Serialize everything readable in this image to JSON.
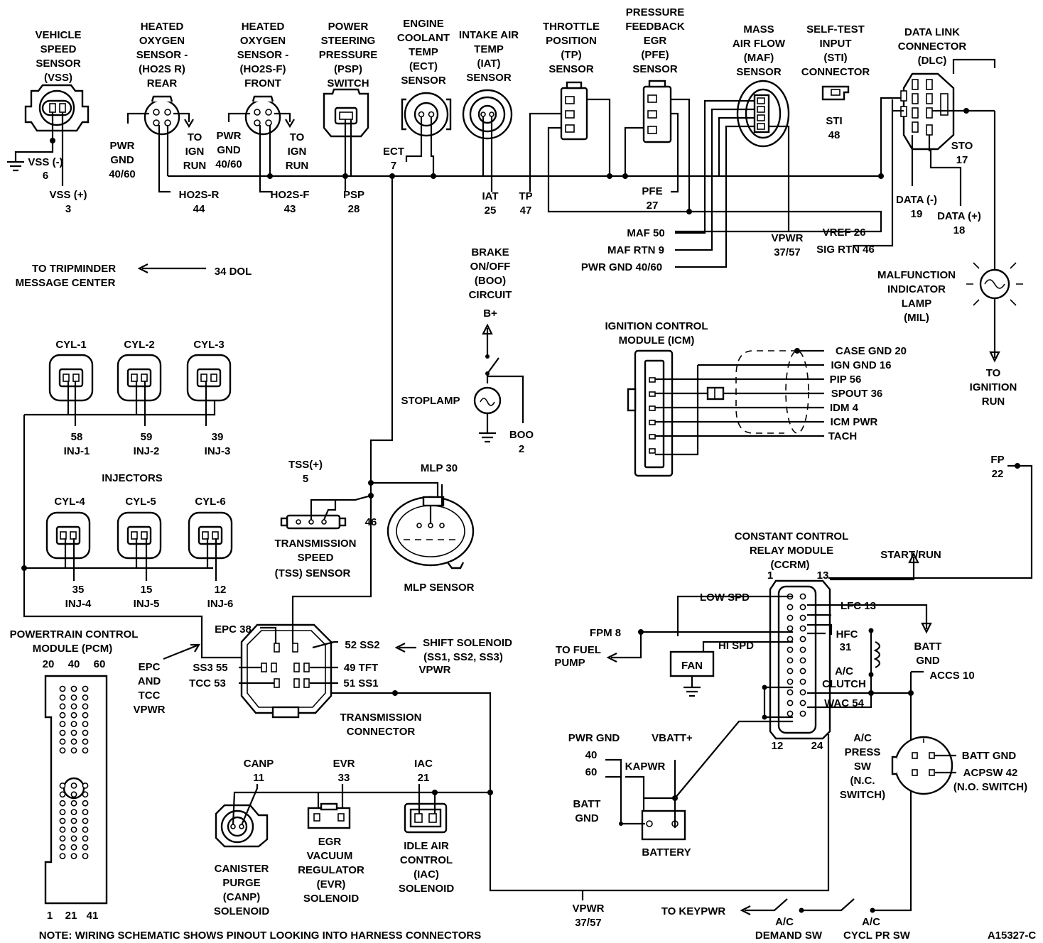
{
  "sensors": {
    "vss": {
      "name": [
        "VEHICLE",
        "SPEED",
        "SENSOR",
        "(VSS)"
      ],
      "neg_pin": "VSS (-)",
      "neg_num": "6",
      "pos_pin": "VSS (+)",
      "pos_num": "3"
    },
    "ho2s_r": {
      "name": [
        "HEATED",
        "OXYGEN",
        "SENSOR -",
        "(HO2S R)",
        "REAR"
      ],
      "pwr_gnd": [
        "PWR",
        "GND",
        "40/60"
      ],
      "to_ign_run": [
        "TO",
        "IGN",
        "RUN"
      ],
      "pin": "HO2S-R",
      "num": "44"
    },
    "ho2s_f": {
      "name": [
        "HEATED",
        "OXYGEN",
        "SENSOR -",
        "(HO2S-F)",
        "FRONT"
      ],
      "pwr_gnd": [
        "PWR",
        "GND",
        "40/60"
      ],
      "to_ign_run": [
        "TO",
        "IGN",
        "RUN"
      ],
      "pin": "HO2S-F",
      "num": "43"
    },
    "psp": {
      "name": [
        "POWER",
        "STEERING",
        "PRESSURE",
        "(PSP)",
        "SWITCH"
      ],
      "pin": "PSP",
      "num": "28"
    },
    "ect": {
      "name": [
        "ENGINE",
        "COOLANT",
        "TEMP",
        "(ECT)",
        "SENSOR"
      ],
      "pin": "ECT",
      "num": "7"
    },
    "iat": {
      "name": [
        "INTAKE AIR",
        "TEMP",
        "(IAT)",
        "SENSOR"
      ],
      "pin": "IAT",
      "num": "25"
    },
    "tp": {
      "name": [
        "THROTTLE",
        "POSITION",
        "(TP)",
        "SENSOR"
      ],
      "pin": "TP",
      "num": "47"
    },
    "pfe": {
      "name": [
        "PRESSURE",
        "FEEDBACK",
        "EGR",
        "(PFE)",
        "SENSOR"
      ],
      "pin": "PFE",
      "num": "27"
    },
    "maf": {
      "name": [
        "MASS",
        "AIR FLOW",
        "(MAF)",
        "SENSOR"
      ],
      "lines": [
        "MAF 50",
        "MAF RTN 9",
        "PWR GND 40/60"
      ],
      "vpwr": [
        "VPWR",
        "37/57"
      ]
    },
    "sti": {
      "name": [
        "SELF-TEST",
        "INPUT",
        "(STI)",
        "CONNECTOR"
      ],
      "pin": "STI",
      "num": "48"
    },
    "dlc": {
      "name": [
        "DATA LINK",
        "CONNECTOR",
        "(DLC)"
      ],
      "sto": "STO",
      "sto_num": "17",
      "data_neg": "DATA (-)",
      "data_neg_num": "19",
      "data_pos": "DATA (+)",
      "data_pos_num": "18",
      "vref": "VREF 26",
      "sig_rtn": "SIG RTN 46"
    }
  },
  "tripminder": {
    "label": [
      "TO TRIPMINDER",
      "MESSAGE CENTER"
    ],
    "pin": "34 DOL"
  },
  "mil": {
    "name": [
      "MALFUNCTION",
      "INDICATOR",
      "LAMP",
      "(MIL)"
    ],
    "to": [
      "TO",
      "IGNITION",
      "RUN"
    ]
  },
  "fp": {
    "pin": "FP",
    "num": "22"
  },
  "boo": {
    "name": [
      "BRAKE",
      "ON/OFF",
      "(BOO)",
      "CIRCUIT"
    ],
    "bplus": "B+",
    "stoplamp": "STOPLAMP",
    "pin": "BOO",
    "num": "2"
  },
  "icm": {
    "name": [
      "IGNITION CONTROL",
      "MODULE (ICM)"
    ],
    "lines": [
      "CASE GND 20",
      "IGN GND 16",
      "PIP 56",
      "SPOUT 36",
      "IDM 4",
      "ICM PWR",
      "TACH"
    ]
  },
  "injectors": {
    "title": "INJECTORS",
    "cyl": [
      "CYL-1",
      "CYL-2",
      "CYL-3",
      "CYL-4",
      "CYL-5",
      "CYL-6"
    ],
    "pin_nums": [
      "58",
      "59",
      "39",
      "35",
      "15",
      "12"
    ],
    "pin_names": [
      "INJ-1",
      "INJ-2",
      "INJ-3",
      "INJ-4",
      "INJ-5",
      "INJ-6"
    ]
  },
  "tss": {
    "pin": "TSS(+)",
    "pin_num": "5",
    "wire": "46",
    "name": [
      "TRANSMISSION",
      "SPEED",
      "(TSS) SENSOR"
    ]
  },
  "mlp": {
    "pin": "MLP 30",
    "name": "MLP SENSOR"
  },
  "pcm": {
    "name": [
      "POWERTRAIN CONTROL",
      "MODULE (PCM)"
    ],
    "top_pins": [
      "20",
      "40",
      "60"
    ],
    "bottom_pins": [
      "1",
      "21",
      "41"
    ]
  },
  "trans_conn": {
    "name": [
      "TRANSMISSION",
      "CONNECTOR"
    ],
    "pins": [
      "EPC 38",
      "SS3 55",
      "TCC 53",
      "52 SS2",
      "49 TFT",
      "51 SS1"
    ],
    "epc_label": [
      "EPC",
      "AND",
      "TCC",
      "VPWR"
    ],
    "shift_label": [
      "SHIFT SOLENOID",
      "(SS1, SS2, SS3)",
      "VPWR"
    ]
  },
  "canp": {
    "pin": "CANP",
    "num": "11",
    "name": [
      "CANISTER",
      "PURGE",
      "(CANP)",
      "SOLENOID"
    ]
  },
  "evr": {
    "pin": "EVR",
    "num": "33",
    "name": [
      "EGR",
      "VACUUM",
      "REGULATOR",
      "(EVR)",
      "SOLENOID"
    ]
  },
  "iac": {
    "pin": "IAC",
    "num": "21",
    "name": [
      "IDLE AIR",
      "CONTROL",
      "(IAC)",
      "SOLENOID"
    ]
  },
  "vpwr_bottom": [
    "VPWR",
    "37/57"
  ],
  "ccrm": {
    "name": [
      "CONSTANT CONTROL",
      "RELAY MODULE",
      "(CCRM)"
    ],
    "corner_pins": [
      "1",
      "13",
      "12",
      "24"
    ],
    "start_run": "START/RUN",
    "low_spd": "LOW SPD",
    "hi_spd": "HI SPD",
    "fan": "FAN",
    "fpm": "FPM 8",
    "fuel_pump": [
      "TO FUEL",
      "PUMP"
    ],
    "lfc": "LFC 13",
    "hfc": [
      "HFC",
      "31"
    ],
    "batt_gnd": [
      "BATT",
      "GND"
    ],
    "ac_clutch": [
      "A/C",
      "CLUTCH"
    ],
    "wac": "WAC 54",
    "accs": "ACCS 10"
  },
  "battery": {
    "name": "BATTERY",
    "pwr_gnd": "PWR GND",
    "pins": [
      "40",
      "60"
    ],
    "kapwr": "KAPWR",
    "vbatt": "VBATT+",
    "batt_gnd": [
      "BATT",
      "GND"
    ]
  },
  "ac_press": {
    "name": [
      "A/C",
      "PRESS",
      "SW",
      "(N.C.",
      "SWITCH)"
    ],
    "batt_gnd": "BATT GND",
    "acpsw": "ACPSW 42",
    "switch_type": "(N.O. SWITCH)"
  },
  "switches": {
    "keypwr": "TO KEYPWR",
    "demand": [
      "A/C",
      "DEMAND SW"
    ],
    "cycl": [
      "A/C",
      "CYCL PR SW"
    ]
  },
  "footer": {
    "note": "NOTE: WIRING SCHEMATIC SHOWS PINOUT LOOKING INTO HARNESS CONNECTORS",
    "ref": "A15327-C"
  }
}
